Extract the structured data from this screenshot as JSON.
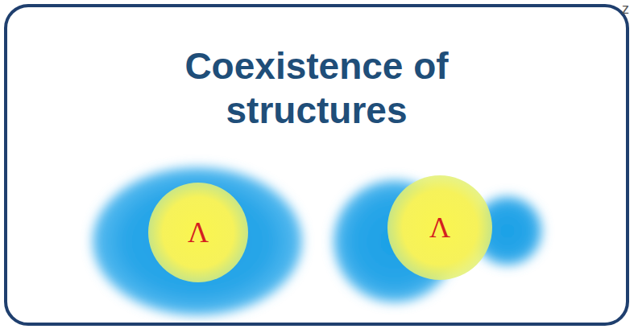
{
  "diagram": {
    "nodes": [
      {
        "text": [
          "Coexistence of structures"
        ]
      },
      {
        "text": [
          "Λ"
        ],
        "in": 0
      },
      {
        "text": [
          "Λ"
        ],
        "in": 0
      }
    ],
    "labels": [
      "z"
    ]
  }
}
